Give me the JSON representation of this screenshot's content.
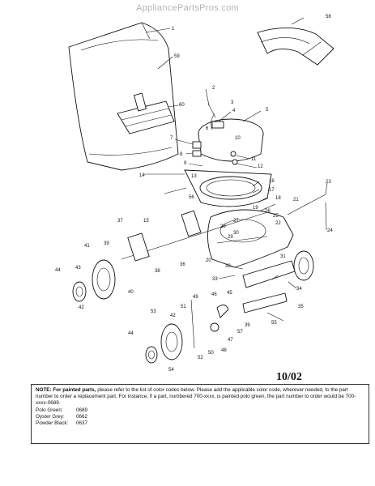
{
  "watermark": "AppliancePartsPros.com",
  "date_code": "10/02",
  "note": {
    "lead": "NOTE: For painted parts,",
    "body": " please refer to the list of color codes below. Please add the applicable color code, wherever needed, to the part number to order a replacement part. For instance, if a part, numbered 700-xxxx, is painted polo green, the part number to order would be 700-xxxx-0689.",
    "colors": [
      {
        "name": "Polo Green:",
        "code": "0689"
      },
      {
        "name": "Oyster Grey:",
        "code": "0662"
      },
      {
        "name": "Powder Black:",
        "code": "0637"
      }
    ]
  },
  "callouts": [
    "1",
    "2",
    "3",
    "4",
    "5",
    "6",
    "7",
    "8",
    "9",
    "10",
    "11",
    "12",
    "13",
    "14",
    "15",
    "16",
    "17",
    "18",
    "19",
    "20",
    "21",
    "22",
    "23",
    "24",
    "25",
    "26",
    "27",
    "28",
    "29",
    "30",
    "31",
    "32",
    "33",
    "34",
    "35",
    "36",
    "37",
    "38",
    "39",
    "40",
    "41",
    "42",
    "43",
    "44",
    "45",
    "46",
    "47",
    "48",
    "49",
    "50",
    "51",
    "52",
    "53",
    "54",
    "55",
    "56",
    "57",
    "58",
    "59",
    "60"
  ]
}
